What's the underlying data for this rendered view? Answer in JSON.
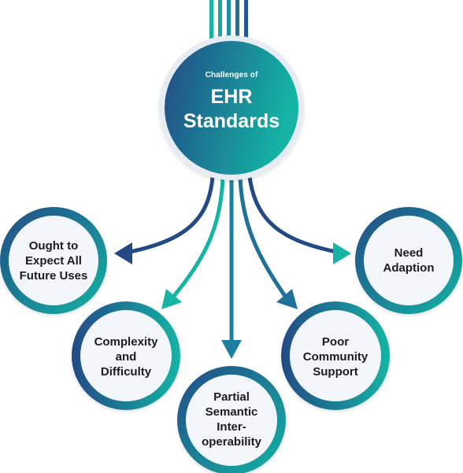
{
  "center": {
    "subtitle": "Challenges of",
    "title": "EHR\nStandards"
  },
  "nodes": [
    {
      "id": "ought-to-expect-all-future-uses",
      "label": "Ought to\nExpect All\nFuture Uses"
    },
    {
      "id": "complexity-and-difficulty",
      "label": "Complexity\nand\nDifficulty"
    },
    {
      "id": "partial-semantic-interoperability",
      "label": "Partial\nSemantic\nInter-\noperability"
    },
    {
      "id": "poor-community-support",
      "label": "Poor\nCommunity\nSupport"
    },
    {
      "id": "need-adaption",
      "label": "Need\nAdaption"
    }
  ],
  "colors": {
    "navy": "#234a86",
    "teal": "#15b4a4",
    "mid_blue": "#1f7fa0",
    "node_fill": "#f2f5fa",
    "text": "#1c1c24"
  }
}
